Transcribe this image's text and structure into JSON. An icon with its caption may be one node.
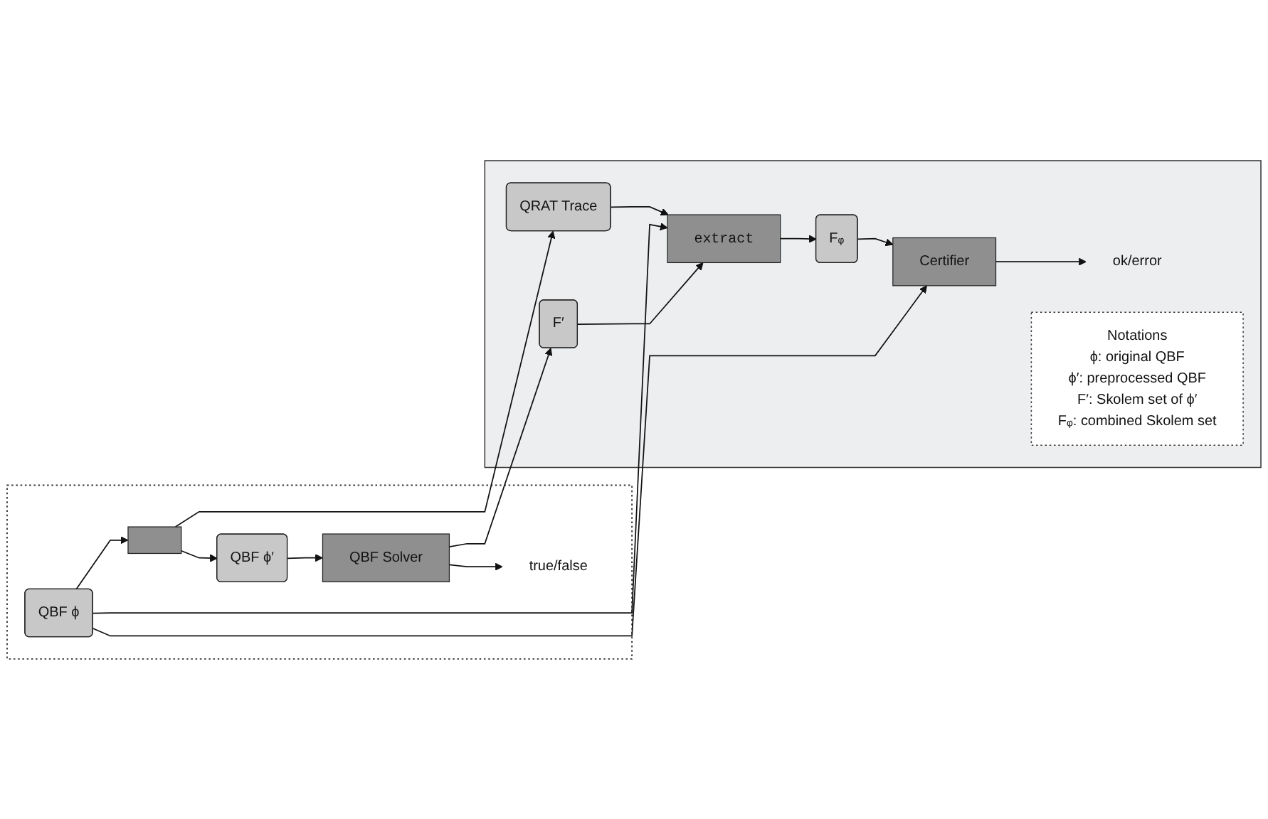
{
  "diagram": {
    "nodes": [
      {
        "text": [],
        "shape": "box"
      },
      {
        "text": [
          "QBF ϕ"
        ],
        "in": 0
      },
      {
        "text": [],
        "shape": "box",
        "in": 0
      },
      {
        "text": [
          "QBF ϕ′"
        ],
        "in": 0
      },
      {
        "text": [
          "QBF Solver"
        ],
        "in": 0
      },
      {
        "text": [
          "true/false"
        ],
        "in": 0
      },
      {
        "text": [],
        "shape": "box"
      },
      {
        "text": [
          "QRAT Trace"
        ],
        "in": 6
      },
      {
        "text": [
          "extract"
        ],
        "in": 6
      },
      {
        "text": [
          "F′"
        ],
        "in": 6
      },
      {
        "text": [
          "Fᵩ"
        ],
        "in": 6
      },
      {
        "text": [
          "Certifier"
        ],
        "in": 6
      },
      {
        "text": [
          "ok/error"
        ],
        "in": 6
      },
      {
        "text": [
          "Notations",
          "ϕ: original QBF",
          "ϕ′: preprocessed QBF",
          "F′: Skolem set of ϕ′",
          "Fᵩ: combined Skolem set"
        ],
        "in": 6
      }
    ],
    "edges": [
      {
        "from": 1,
        "to": 2,
        "arrow": "to"
      },
      {
        "from": 2,
        "to": 3,
        "arrow": "to"
      },
      {
        "from": 3,
        "to": 4,
        "arrow": "to"
      },
      {
        "from": 4,
        "to": 5,
        "arrow": "to"
      },
      {
        "from": 2,
        "to": 7,
        "arrow": "to"
      },
      {
        "from": 7,
        "to": 8,
        "arrow": "to"
      },
      {
        "from": 1,
        "to": 8,
        "arrow": "to"
      },
      {
        "from": 4,
        "to": 9,
        "arrow": "to"
      },
      {
        "from": 9,
        "to": 8,
        "arrow": "to"
      },
      {
        "from": 8,
        "to": 10,
        "arrow": "to"
      },
      {
        "from": 10,
        "to": 11,
        "arrow": "to"
      },
      {
        "from": 1,
        "to": 11,
        "arrow": "to"
      },
      {
        "from": 11,
        "to": 12,
        "arrow": "to"
      }
    ]
  }
}
